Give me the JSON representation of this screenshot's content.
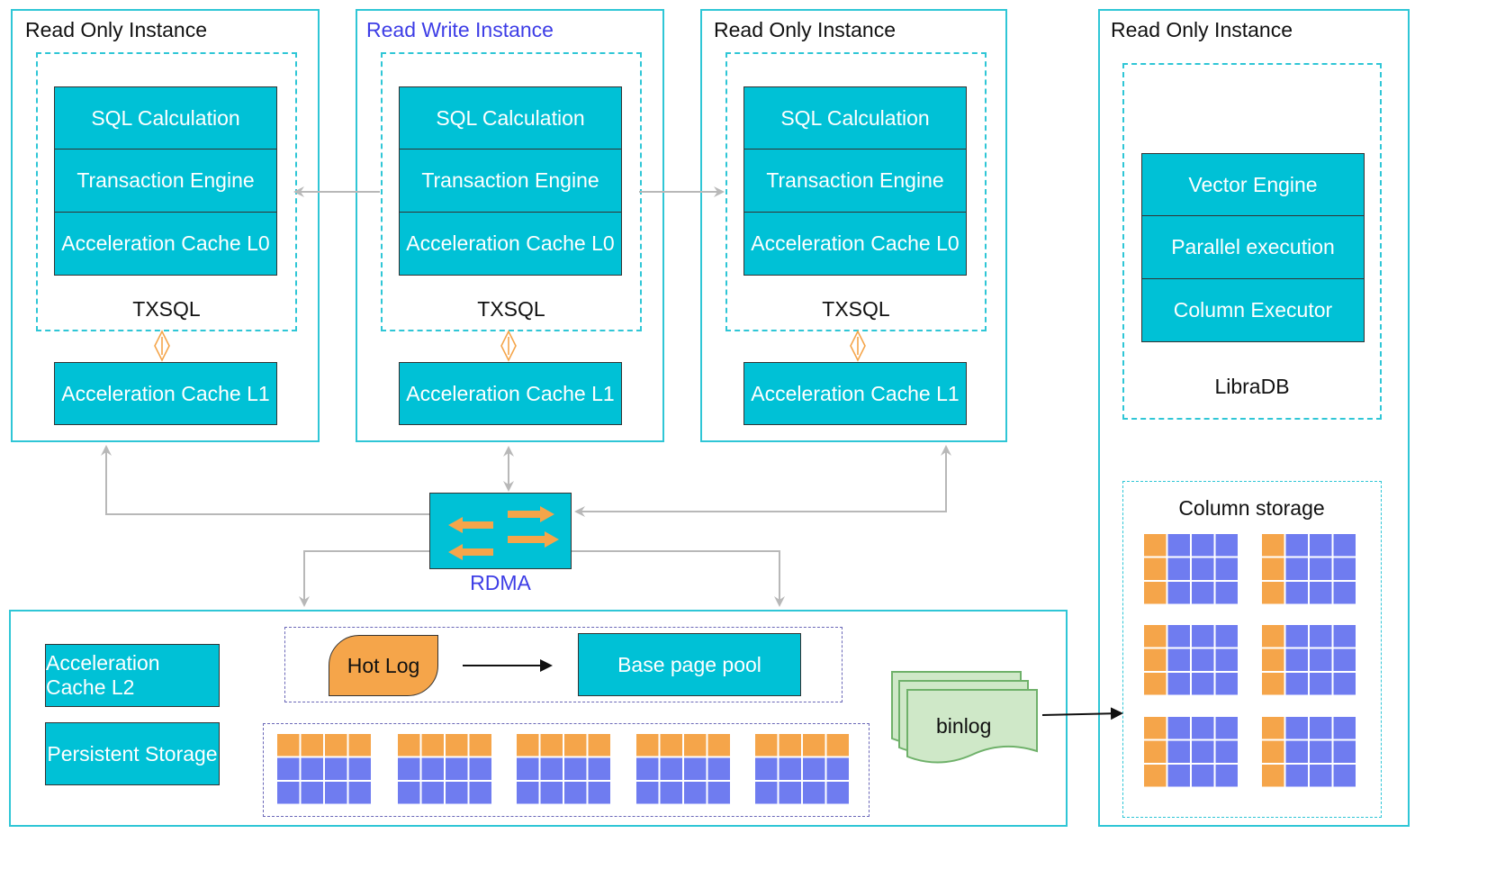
{
  "instances": [
    {
      "title": "Read Only Instance",
      "title_color": "#111111"
    },
    {
      "title": "Read Write Instance",
      "title_color": "#3d3de6"
    },
    {
      "title": "Read Only Instance",
      "title_color": "#111111"
    }
  ],
  "engine_layers": [
    "SQL Calculation",
    "Transaction Engine",
    "Acceleration Cache L0"
  ],
  "engine_name": "TXSQL",
  "cache_l1": "Acceleration Cache L1",
  "libra": {
    "title": "Read Only Instance",
    "layers": [
      "Vector Engine",
      "Parallel execution",
      "Column Executor"
    ],
    "engine_name": "LibraDB",
    "column_storage": "Column storage"
  },
  "rdma": {
    "label": "RDMA"
  },
  "storage": {
    "cache_l2": "Acceleration Cache L2",
    "persistent": "Persistent Storage",
    "hot_log": "Hot Log",
    "base_page_pool": "Base page pool",
    "binlog": "binlog"
  },
  "colors": {
    "accent": "#00c1d6",
    "border": "#2fc6d6",
    "orange": "#f5a54a",
    "grid_blue": "#6f7cf0",
    "rdma_text": "#3d3de6",
    "binlog_green": "#cfe8c8"
  }
}
